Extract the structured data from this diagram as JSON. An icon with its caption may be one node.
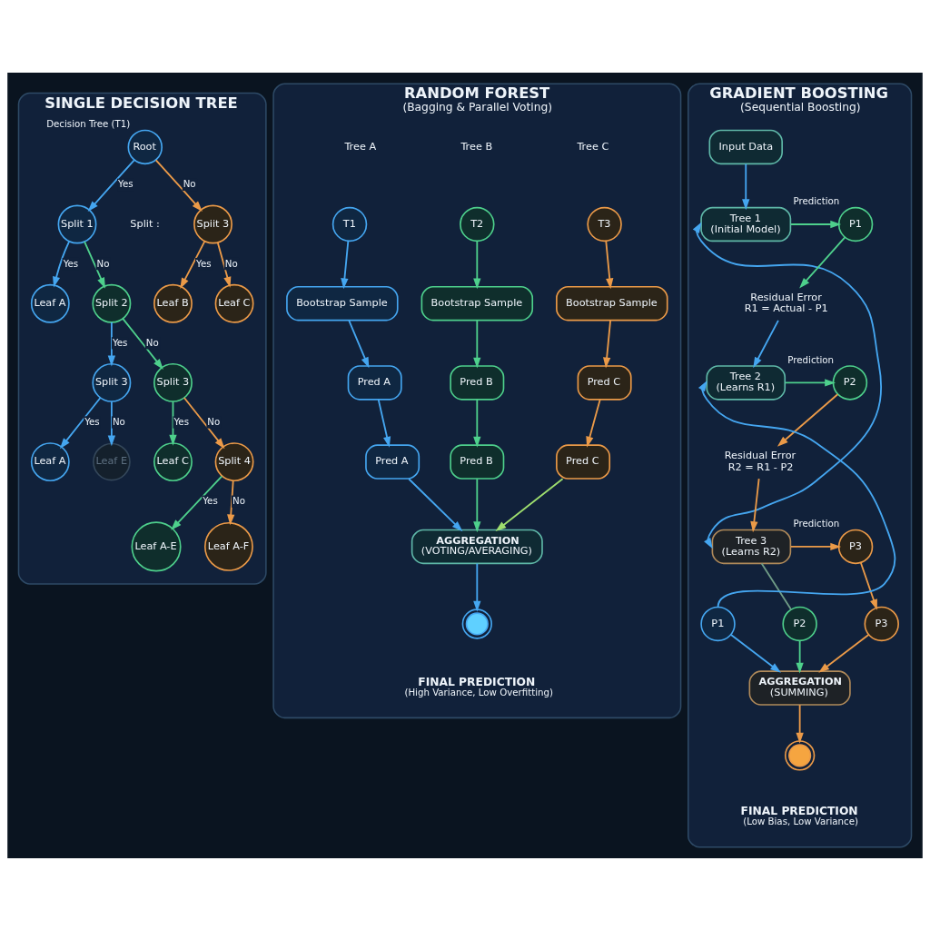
{
  "diagram": {
    "nodes": [
      {
        "text": [
          "SINGLE DECISION TREE"
        ]
      },
      {
        "text": [
          "Root"
        ],
        "in": 0,
        "beside": [
          "Decision Tree (T1)"
        ]
      },
      {
        "text": [
          "Split 1"
        ],
        "in": 0
      },
      {
        "text": [
          "Spiit 3"
        ],
        "in": 0
      },
      {
        "text": [
          "Leaf A"
        ],
        "in": 0
      },
      {
        "text": [
          "Split 2"
        ],
        "in": 0
      },
      {
        "text": [
          "Leaf B"
        ],
        "in": 0
      },
      {
        "text": [
          "Leaf C"
        ],
        "in": 0
      },
      {
        "text": [
          "Split 3"
        ],
        "in": 0
      },
      {
        "text": [
          "Split 3"
        ],
        "in": 0
      },
      {
        "text": [
          "Leaf A"
        ],
        "in": 0
      },
      {
        "text": [
          "Leaf E"
        ],
        "in": 0
      },
      {
        "text": [
          "Leaf C"
        ],
        "in": 0
      },
      {
        "text": [
          "Split 4"
        ],
        "in": 0
      },
      {
        "text": [
          "Leaf A-E"
        ],
        "in": 0
      },
      {
        "text": [
          "Leaf A-F"
        ],
        "in": 0
      },
      {
        "text": [
          "RANDOM FOREST",
          "(Bagging & Parallel Voting)"
        ]
      },
      {
        "text": [
          "T1"
        ],
        "in": 16
      },
      {
        "text": [
          "T2"
        ],
        "in": 16
      },
      {
        "text": [
          "T3"
        ],
        "in": 16
      },
      {
        "text": [
          "Bootstrap Sample"
        ],
        "in": 16
      },
      {
        "text": [
          "Bootstrap Sample"
        ],
        "in": 16
      },
      {
        "text": [
          "Bootstrap Sample"
        ],
        "in": 16
      },
      {
        "text": [
          "Pred A"
        ],
        "in": 16
      },
      {
        "text": [
          "Pred B"
        ],
        "in": 16
      },
      {
        "text": [
          "Pred C"
        ],
        "in": 16
      },
      {
        "text": [
          "Pred A"
        ],
        "in": 16
      },
      {
        "text": [
          "Pred B"
        ],
        "in": 16
      },
      {
        "text": [
          "Pred C"
        ],
        "in": 16
      },
      {
        "text": [
          "AGGREGATION",
          "(VOTING/AVERAGING)"
        ],
        "in": 16
      },
      {
        "text": [],
        "shape": "circle",
        "in": 16,
        "beside": [
          "FINAL PREDICTION",
          "(High Variance, Low Overfitting)"
        ]
      },
      {
        "text": [
          "GRADIENT BOOSTING",
          "(Sequential Boosting)"
        ]
      },
      {
        "text": [
          "Input Data"
        ],
        "in": 31
      },
      {
        "text": [
          "Tree 1",
          "(Initial Model)"
        ],
        "in": 31
      },
      {
        "text": [
          "P1"
        ],
        "in": 31,
        "beside": [
          "Prediction"
        ]
      },
      {
        "text": [
          "Residual Error",
          "R1 = Actual - P1"
        ],
        "in": 31
      },
      {
        "text": [
          "Tree 2",
          "(Learns R1)"
        ],
        "in": 31
      },
      {
        "text": [
          "P2"
        ],
        "in": 31,
        "beside": [
          "Prediction"
        ]
      },
      {
        "text": [
          "Residual Error",
          "R2 = R1 - P2"
        ],
        "in": 31
      },
      {
        "text": [
          "Tree 3",
          "(Learns R2)"
        ],
        "in": 31
      },
      {
        "text": [
          "P3"
        ],
        "in": 31,
        "beside": [
          "Prediction"
        ]
      },
      {
        "text": [
          "P1"
        ],
        "in": 31
      },
      {
        "text": [
          "P2"
        ],
        "in": 31
      },
      {
        "text": [
          "P3"
        ],
        "in": 31
      },
      {
        "text": [
          "AGGREGATION",
          "(SUMMING)"
        ],
        "in": 31
      },
      {
        "text": [],
        "shape": "circle",
        "in": 31,
        "beside": [
          "FINAL PREDICTION",
          "(Low Bias, Low Variance)"
        ]
      }
    ],
    "edges": [
      {
        "from": 1,
        "to": 2,
        "arrow": "to",
        "label": "Yes"
      },
      {
        "from": 1,
        "to": 3,
        "arrow": "to",
        "label": "No",
        "color": "#eb9a48"
      },
      {
        "from": 2,
        "to": 4,
        "arrow": "to",
        "label": "Yes"
      },
      {
        "from": 2,
        "to": 5,
        "arrow": "to",
        "label": "No",
        "color": "#4ed08c"
      },
      {
        "from": 3,
        "to": 6,
        "arrow": "to",
        "label": "Yes",
        "color": "#eb9a48"
      },
      {
        "from": 3,
        "to": 7,
        "arrow": "to",
        "label": "No",
        "color": "#eb9a48"
      },
      {
        "from": 5,
        "to": 8,
        "arrow": "to",
        "label": "Yes"
      },
      {
        "from": 5,
        "to": 9,
        "arrow": "to",
        "label": "No",
        "color": "#4ed08c"
      },
      {
        "from": 8,
        "to": 10,
        "arrow": "to",
        "label": "Yes"
      },
      {
        "from": 8,
        "to": 11,
        "arrow": "to",
        "label": "No"
      },
      {
        "from": 9,
        "to": 12,
        "arrow": "to",
        "label": "Yes",
        "color": "#4ed08c"
      },
      {
        "from": 9,
        "to": 13,
        "arrow": "to",
        "label": "No",
        "color": "#eb9a48"
      },
      {
        "from": 13,
        "to": 14,
        "arrow": "to",
        "label": "Yes",
        "color": "#4ed08c"
      },
      {
        "from": 13,
        "to": 15,
        "arrow": "to",
        "label": "No",
        "color": "#eb9a48"
      },
      {
        "from": 17,
        "to": 20,
        "arrow": "to"
      },
      {
        "from": 18,
        "to": 21,
        "arrow": "to",
        "color": "#4ed08c"
      },
      {
        "from": 19,
        "to": 22,
        "arrow": "to",
        "color": "#eb9a48"
      },
      {
        "from": 20,
        "to": 23,
        "arrow": "to"
      },
      {
        "from": 21,
        "to": 24,
        "arrow": "to",
        "color": "#4ed08c"
      },
      {
        "from": 22,
        "to": 25,
        "arrow": "to",
        "color": "#eb9a48"
      },
      {
        "from": 23,
        "to": 26,
        "arrow": "to"
      },
      {
        "from": 24,
        "to": 27,
        "arrow": "to",
        "color": "#4ed08c"
      },
      {
        "from": 25,
        "to": 28,
        "arrow": "to",
        "color": "#eb9a48"
      },
      {
        "from": 26,
        "to": 29,
        "arrow": "to"
      },
      {
        "from": 27,
        "to": 29,
        "arrow": "to",
        "color": "#4ed08c"
      },
      {
        "from": 28,
        "to": 29,
        "arrow": "to",
        "color": "#9ede6e"
      },
      {
        "from": 29,
        "to": 30,
        "arrow": "to"
      },
      {
        "from": 32,
        "to": 33,
        "arrow": "to"
      },
      {
        "from": 33,
        "to": 34,
        "arrow": "to",
        "color": "#4ed08c"
      },
      {
        "from": 34,
        "to": 35,
        "arrow": "to",
        "color": "#4ed08c"
      },
      {
        "from": 35,
        "to": 36,
        "arrow": "to"
      },
      {
        "from": 36,
        "to": 37,
        "arrow": "to",
        "color": "#4ed08c"
      },
      {
        "from": 37,
        "to": 38,
        "arrow": "to",
        "color": "#eb9a48"
      },
      {
        "from": 38,
        "to": 39,
        "arrow": "to",
        "color": "#eb9a48"
      },
      {
        "from": 39,
        "to": 40,
        "arrow": "to",
        "color": "#eb9a48"
      },
      {
        "from": 40,
        "to": 43,
        "arrow": "to",
        "color": "#eb9a48"
      },
      {
        "from": 41,
        "to": 36,
        "arrow": "to"
      },
      {
        "from": 33,
        "to": 39,
        "arrow": "both"
      },
      {
        "from": 39,
        "to": 42,
        "arrow": "none",
        "color": "#6f9c86"
      },
      {
        "from": 41,
        "to": 44,
        "arrow": "to"
      },
      {
        "from": 42,
        "to": 44,
        "arrow": "to",
        "color": "#4ed08c"
      },
      {
        "from": 43,
        "to": 44,
        "arrow": "to",
        "color": "#eb9a48"
      },
      {
        "from": 44,
        "to": 45,
        "arrow": "to",
        "color": "#eb9a48"
      }
    ],
    "labels": [
      "Split :",
      "Tree A",
      "Tree B",
      "Tree C"
    ]
  }
}
